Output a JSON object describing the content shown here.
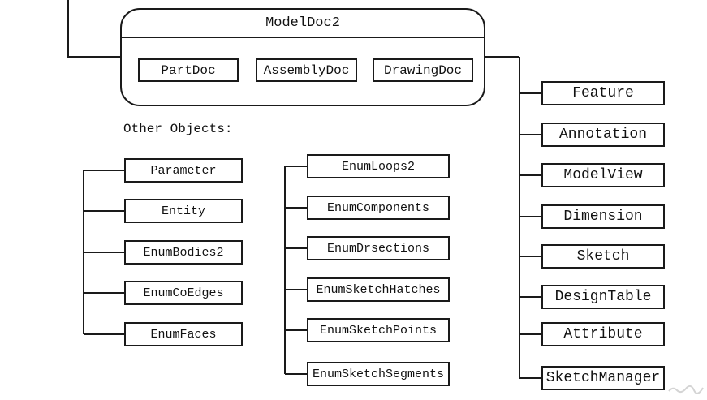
{
  "colors": {
    "line": "#1a1a1a",
    "box_border": "#1a1a1a",
    "box_fill": "#ffffff",
    "background": "#ffffff",
    "watermark": "#c9c9c9"
  },
  "root_box": {
    "title": "ModelDoc2",
    "children": [
      "PartDoc",
      "AssemblyDoc",
      "DrawingDoc"
    ]
  },
  "other_objects_label": "Other Objects:",
  "left_column": [
    "Parameter",
    "Entity",
    "EnumBodies2",
    "EnumCoEdges",
    "EnumFaces"
  ],
  "middle_column": [
    "EnumLoops2",
    "EnumComponents",
    "EnumDrsections",
    "EnumSketchHatches",
    "EnumSketchPoints",
    "EnumSketchSegments"
  ],
  "right_column": [
    "Feature",
    "Annotation",
    "ModelView",
    "Dimension",
    "Sketch",
    "DesignTable",
    "Attribute",
    "SketchManager"
  ]
}
